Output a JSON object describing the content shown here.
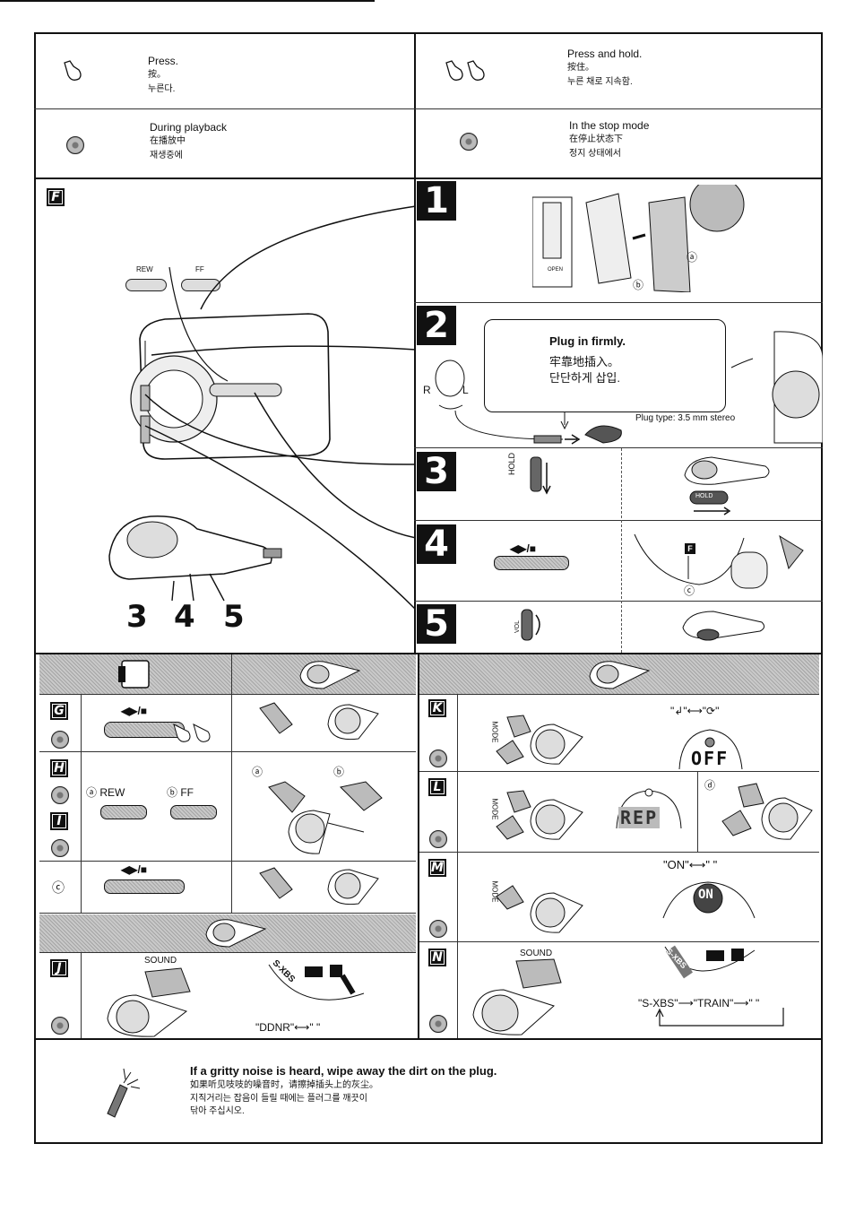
{
  "legend": {
    "press": {
      "en": "Press.",
      "zh": "按。",
      "ko": "누른다."
    },
    "press_hold": {
      "en": "Press and hold.",
      "zh": "按住。",
      "ko": "누른 채로 지속함."
    },
    "playback": {
      "en": "During playback",
      "zh": "在播放中",
      "ko": "재생중에"
    },
    "stop": {
      "en": "In the stop mode",
      "zh": "在停止状态下",
      "ko": "정지 상태에서"
    }
  },
  "sections": {
    "F": "F",
    "G": "G",
    "H": "H",
    "I": "I",
    "J": "J",
    "K": "K",
    "L": "L",
    "M": "M",
    "N": "N"
  },
  "player": {
    "rew": "REW",
    "ff": "FF",
    "callouts": [
      "3",
      "4",
      "5"
    ]
  },
  "steps": {
    "s1": {
      "num": "1",
      "open": "OPEN",
      "mark_a": "ⓐ",
      "mark_b": "ⓑ"
    },
    "s2": {
      "num": "2",
      "title": "Plug in firmly.",
      "zh": "牢靠地插入。",
      "ko": "단단하게 삽입.",
      "plug_type": "Plug type: 3.5 mm stereo",
      "r": "R",
      "l": "L"
    },
    "s3": {
      "num": "3",
      "hold": "HOLD",
      "hold_btn": "HOLD"
    },
    "s4": {
      "num": "4",
      "play_stop": "◀▶/■",
      "mark_c": "ⓒ",
      "f_badge": "F"
    },
    "s5": {
      "num": "5",
      "vol": "VOL"
    }
  },
  "panels": {
    "G": {
      "play_stop": "◀▶/■"
    },
    "HI": {
      "rew_label": "ⓐ REW",
      "ff_label": "ⓑ FF",
      "mark_a": "ⓐ",
      "mark_b": "ⓑ"
    },
    "C": {
      "mark": "ⓒ",
      "play_stop": "◀▶/■"
    },
    "J": {
      "sound": "SOUND",
      "xbs": "S-XBS",
      "cycle": "\"DDNR\"⟷\"    \""
    },
    "K": {
      "mode": "MODE",
      "cycle": "\"↲\"⟷\"⟳\"",
      "lcd": "OFF"
    },
    "L": {
      "mode": "MODE",
      "lcd": "REP",
      "mark_d": "ⓓ"
    },
    "M": {
      "mode": "MODE",
      "cycle": "\"ON\"⟷\"    \"",
      "lcd": "ON"
    },
    "N": {
      "sound": "SOUND",
      "cycle": "\"S-XBS\"⟶\"TRAIN\"⟶\"    \"",
      "xbs": "S-XBS"
    }
  },
  "footer": {
    "en": "If a gritty noise is heard, wipe away the dirt on the plug.",
    "zh": "如果听见吱吱的噪音时，请擦掉插头上的灰尘。",
    "ko1": "지직거리는 잡음이 들릴 때에는 플러그를 깨끗이",
    "ko2": "닦아 주십시오."
  },
  "colors": {
    "ink": "#111111",
    "hatch": "#c9c9c9"
  }
}
